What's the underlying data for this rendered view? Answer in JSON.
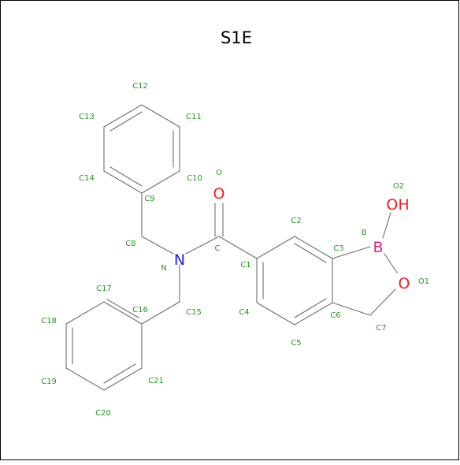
{
  "title": "S1E",
  "colors": {
    "label": "#1f9a1f",
    "bond": "#6e6e6e",
    "nitrogen": "#1a1aff",
    "oxygen": "#ff1a1a",
    "boron": "#e0218a",
    "background": "#ffffff",
    "border": "#000000"
  },
  "hetero_symbols": {
    "N": "N",
    "O_carbonyl": "O",
    "B": "B",
    "O1": "O",
    "O2H": "OH"
  },
  "atom_labels": {
    "C": "C",
    "C1": "C1",
    "C2": "C2",
    "C3": "C3",
    "C4": "C4",
    "C5": "C5",
    "C6": "C6",
    "C7": "C7",
    "C8": "C8",
    "C9": "C9",
    "C10": "C10",
    "C11": "C11",
    "C12": "C12",
    "C13": "C13",
    "C14": "C14",
    "C15": "C15",
    "C16": "C16",
    "C17": "C17",
    "C18": "C18",
    "C19": "C19",
    "C20": "C20",
    "C21": "C21",
    "N": "N",
    "O": "O",
    "B": "B",
    "O1": "O1",
    "O2": "O2"
  }
}
